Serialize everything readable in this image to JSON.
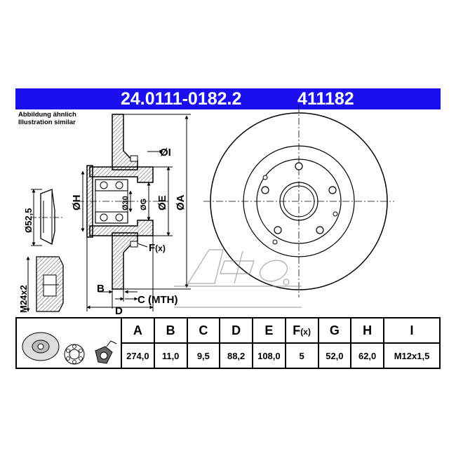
{
  "header": {
    "part_number": "24.0111-0182.2",
    "reference": "411182"
  },
  "caption": {
    "line1": "Abbildung ähnlich",
    "line2": "Illustration similar"
  },
  "dimension_labels": {
    "I": "ØI",
    "H": "ØH",
    "d30": "Ø30",
    "G": "ØG",
    "E": "ØE",
    "A": "ØA",
    "F": "F",
    "F_suffix": "(x)",
    "B": "B",
    "C": "C (MTH)",
    "D": "D",
    "d52": "Ø52,5",
    "M24": "M24x2"
  },
  "table": {
    "headers": [
      "A",
      "B",
      "C",
      "D",
      "E",
      "F",
      "G",
      "H",
      "I"
    ],
    "f_suffix": "(x)",
    "values": [
      "274,0",
      "11,0",
      "9,5",
      "88,2",
      "108,0",
      "5",
      "52,0",
      "62,0",
      "M12x1,5"
    ]
  },
  "icons": [
    "brake-disc-icon",
    "bearing-icon",
    "abs-sensor-icon"
  ],
  "colors": {
    "header_bg": "#1a10ee",
    "header_text": "#ffffff"
  }
}
